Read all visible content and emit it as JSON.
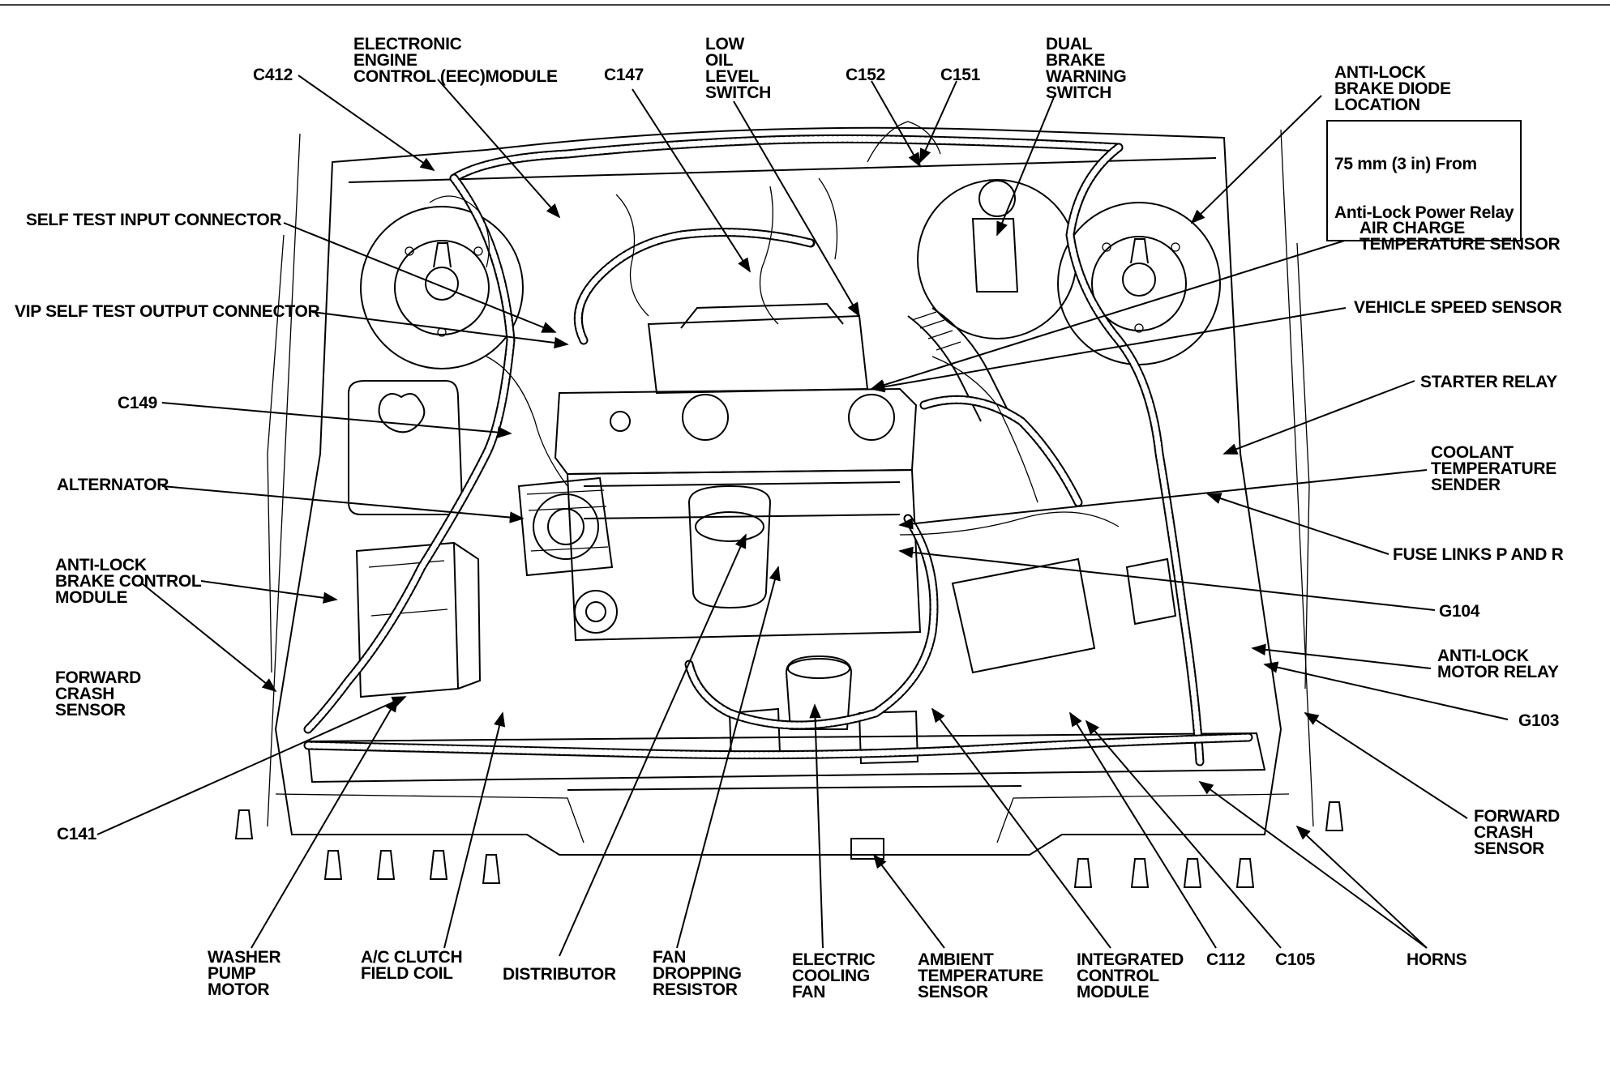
{
  "callouts": {
    "c412": "C412",
    "eec": "ELECTRONIC\nENGINE\nCONTROL (EEC)MODULE",
    "c147": "C147",
    "low_oil": "LOW\nOIL\nLEVEL\nSWITCH",
    "c152": "C152",
    "c151": "C151",
    "dual_brake": "DUAL\nBRAKE\nWARNING\nSWITCH",
    "abs_diode": "ANTI-LOCK\nBRAKE DIODE\nLOCATION",
    "abs_diode_note_1": "75 mm (3 in) From",
    "abs_diode_note_2": "Anti-Lock Power Relay",
    "self_test_input": "SELF TEST INPUT CONNECTOR",
    "vip_self_test": "VIP SELF TEST OUTPUT CONNECTOR",
    "air_charge": "AIR CHARGE\nTEMPERATURE SENSOR",
    "vehicle_speed": "VEHICLE SPEED SENSOR",
    "c149": "C149",
    "starter_relay": "STARTER RELAY",
    "alternator": "ALTERNATOR",
    "coolant": "COOLANT\nTEMPERATURE\nSENDER",
    "abs_module": "ANTI-LOCK\nBRAKE CONTROL\nMODULE",
    "fuse_links": "FUSE LINKS P AND R",
    "g104": "G104",
    "fwd_crash_left": "FORWARD\nCRASH\nSENSOR",
    "abs_motor_relay": "ANTI-LOCK\nMOTOR RELAY",
    "g103": "G103",
    "c141": "C141",
    "fwd_crash_right": "FORWARD\nCRASH\nSENSOR",
    "washer_pump": "WASHER\nPUMP\nMOTOR",
    "ac_clutch": "A/C CLUTCH\nFIELD COIL",
    "distributor": "DISTRIBUTOR",
    "fan_resistor": "FAN\nDROPPING\nRESISTOR",
    "cooling_fan": "ELECTRIC\nCOOLING\nFAN",
    "ambient": "AMBIENT\nTEMPERATURE\nSENSOR",
    "icm": "INTEGRATED\nCONTROL\nMODULE",
    "c112": "C112",
    "c105": "C105",
    "horns": "HORNS"
  }
}
